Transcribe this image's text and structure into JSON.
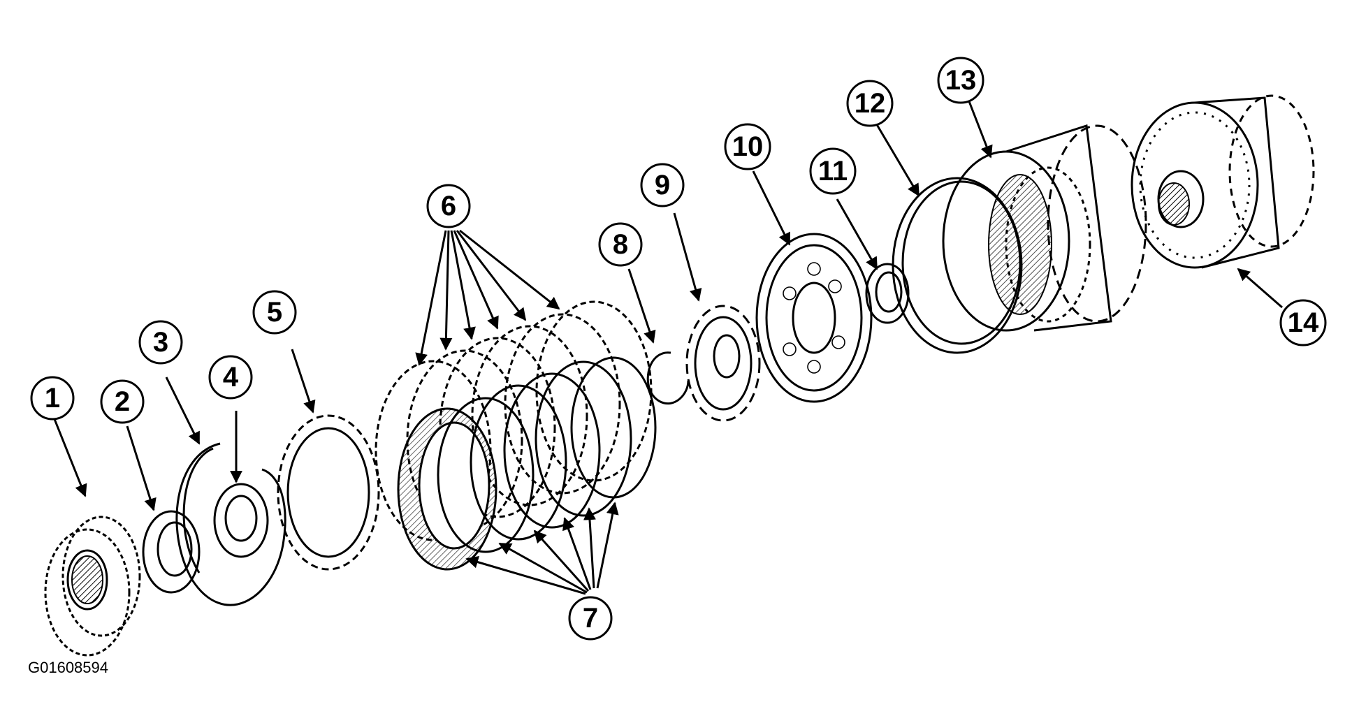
{
  "callouts": [
    {
      "label": "1"
    },
    {
      "label": "2"
    },
    {
      "label": "3"
    },
    {
      "label": "4"
    },
    {
      "label": "5"
    },
    {
      "label": "6"
    },
    {
      "label": "7"
    },
    {
      "label": "8"
    },
    {
      "label": "9"
    },
    {
      "label": "10"
    },
    {
      "label": "11"
    },
    {
      "label": "12"
    },
    {
      "label": "13"
    },
    {
      "label": "14"
    }
  ],
  "figure_id": "G01608594"
}
